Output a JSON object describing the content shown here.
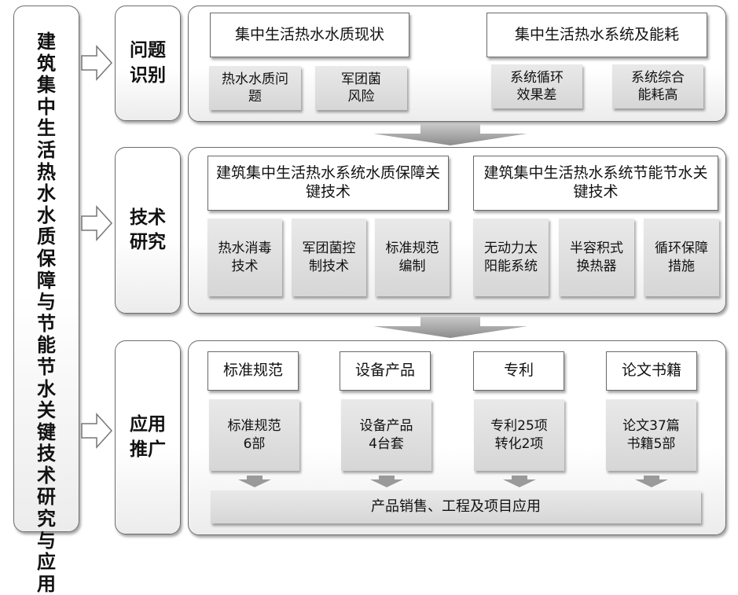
{
  "main_title": "建筑集中生活热水水质保障与节能节水关键技术研究与应用",
  "stages": [
    {
      "label": "问题\n识别"
    },
    {
      "label": "技术\n研究"
    },
    {
      "label": "应用\n推广"
    }
  ],
  "problem": {
    "left_header": "集中生活热水水质现状",
    "right_header": "集中生活热水系统及能耗",
    "items": [
      "热水水质问\n题",
      "军团菌\n风险",
      "系统循环\n效果差",
      "系统综合\n能耗高"
    ]
  },
  "research": {
    "left_header": "建筑集中生活热水系统水质保障关键技术",
    "right_header": "建筑集中生活热水系统节能节水关键技术",
    "items": [
      "热水消毒\n技术",
      "军团菌控\n制技术",
      "标准规范\n编制",
      "无动力太\n阳能系统",
      "半容积式\n换热器",
      "循环保障\n措施"
    ]
  },
  "application": {
    "headers": [
      "标准规范",
      "设备产品",
      "专利",
      "论文书籍"
    ],
    "details": [
      "标准规范\n6部",
      "设备产品\n4台套",
      "专利25项\n转化2项",
      "论文37篇\n书籍5部"
    ],
    "bottom_bar": "产品销售、工程及项目应用"
  }
}
